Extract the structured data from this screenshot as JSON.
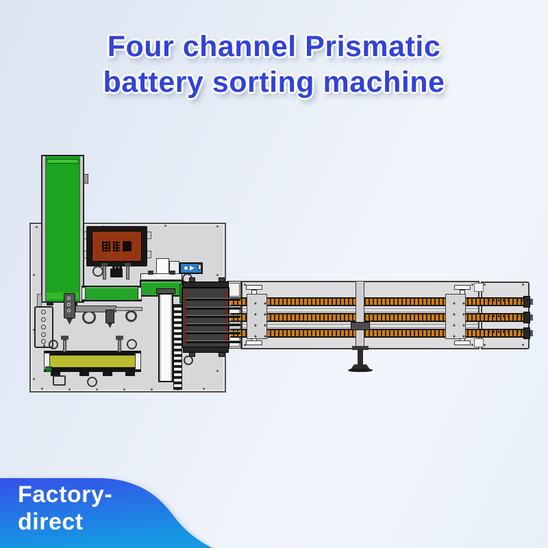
{
  "title": {
    "line1": "Four channel Prismatic",
    "line2": "battery sorting machine"
  },
  "corner_badge": {
    "line1": "Factory-",
    "line2": "direct"
  },
  "colors": {
    "title_blue": "#3243d9",
    "badge_gradient_top": "#3452e9",
    "badge_gradient_bottom": "#1698e3",
    "background_top_left": "#dce4f2",
    "background_light": "#f2f6fc",
    "machine_green": "#23a427",
    "machine_green_bright": "#3ec42c",
    "belt_orange": "#cd7d1b",
    "marking_brown": "#953612",
    "tray_yellow": "#b9bd2e",
    "panel_gray": "#d7d7da",
    "feeder_block_dark": "#3e3e3e",
    "feeder_red_line": "#7c1e1e"
  },
  "machine": {
    "parts": [
      "green-elevator-tower",
      "brown-marking-plate",
      "loading-belt",
      "transfer-belt",
      "four-channel-feeder-block",
      "chain-track",
      "guide-channel",
      "yellow-buffer-tray",
      "hole-plate",
      "triple-lane-sorting-conveyor",
      "conveyor-extension",
      "support-leg"
    ]
  }
}
